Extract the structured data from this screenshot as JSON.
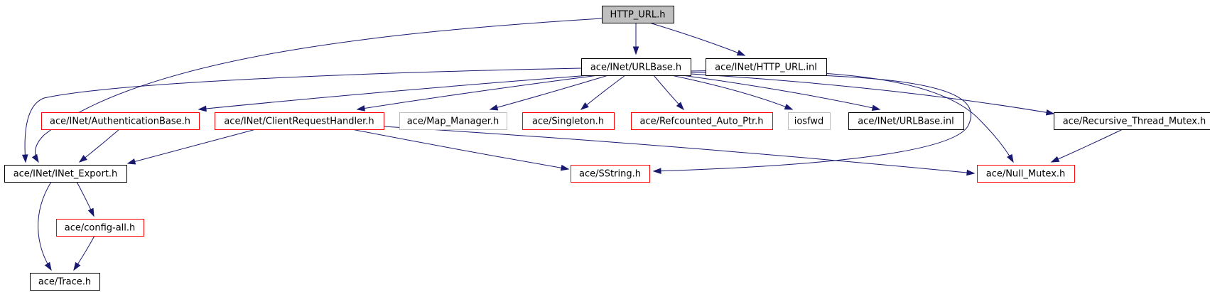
{
  "colors": {
    "edge": "#191970",
    "root_fill": "#bfbfbf",
    "normal_border": "#000000",
    "truncated_border": "#ff0000",
    "external_border": "#bfbfbf",
    "node_fill": "#ffffff"
  },
  "nodes": [
    {
      "id": "http_url_h",
      "label": "HTTP_URL.h",
      "kind": "root"
    },
    {
      "id": "urlbase_h",
      "label": "ace/INet/URLBase.h",
      "kind": "normal"
    },
    {
      "id": "http_url_inl",
      "label": "ace/INet/HTTP_URL.inl",
      "kind": "normal"
    },
    {
      "id": "authbase_h",
      "label": "ace/INet/AuthenticationBase.h",
      "kind": "truncated"
    },
    {
      "id": "clientreq_h",
      "label": "ace/INet/ClientRequestHandler.h",
      "kind": "truncated"
    },
    {
      "id": "map_manager_h",
      "label": "ace/Map_Manager.h",
      "kind": "external"
    },
    {
      "id": "singleton_h",
      "label": "ace/Singleton.h",
      "kind": "truncated"
    },
    {
      "id": "refcounted_h",
      "label": "ace/Refcounted_Auto_Ptr.h",
      "kind": "truncated"
    },
    {
      "id": "iosfwd",
      "label": "iosfwd",
      "kind": "external"
    },
    {
      "id": "urlbase_inl",
      "label": "ace/INet/URLBase.inl",
      "kind": "normal"
    },
    {
      "id": "recursive_mutex_h",
      "label": "ace/Recursive_Thread_Mutex.h",
      "kind": "normal"
    },
    {
      "id": "inet_export_h",
      "label": "ace/INet/INet_Export.h",
      "kind": "normal"
    },
    {
      "id": "sstring_h",
      "label": "ace/SString.h",
      "kind": "truncated"
    },
    {
      "id": "null_mutex_h",
      "label": "ace/Null_Mutex.h",
      "kind": "truncated"
    },
    {
      "id": "config_all_h",
      "label": "ace/config-all.h",
      "kind": "truncated"
    },
    {
      "id": "trace_h",
      "label": "ace/Trace.h",
      "kind": "normal"
    }
  ],
  "edges": [
    {
      "from": "http_url_h",
      "to": "urlbase_h"
    },
    {
      "from": "http_url_h",
      "to": "http_url_inl"
    },
    {
      "from": "http_url_h",
      "to": "inet_export_h"
    },
    {
      "from": "urlbase_h",
      "to": "inet_export_h"
    },
    {
      "from": "urlbase_h",
      "to": "authbase_h"
    },
    {
      "from": "urlbase_h",
      "to": "clientreq_h"
    },
    {
      "from": "urlbase_h",
      "to": "map_manager_h"
    },
    {
      "from": "urlbase_h",
      "to": "singleton_h"
    },
    {
      "from": "urlbase_h",
      "to": "refcounted_h"
    },
    {
      "from": "urlbase_h",
      "to": "iosfwd"
    },
    {
      "from": "urlbase_h",
      "to": "urlbase_inl"
    },
    {
      "from": "urlbase_h",
      "to": "recursive_mutex_h"
    },
    {
      "from": "urlbase_h",
      "to": "sstring_h"
    },
    {
      "from": "urlbase_h",
      "to": "null_mutex_h"
    },
    {
      "from": "authbase_h",
      "to": "inet_export_h"
    },
    {
      "from": "clientreq_h",
      "to": "inet_export_h"
    },
    {
      "from": "clientreq_h",
      "to": "sstring_h"
    },
    {
      "from": "clientreq_h",
      "to": "null_mutex_h"
    },
    {
      "from": "recursive_mutex_h",
      "to": "null_mutex_h"
    },
    {
      "from": "inet_export_h",
      "to": "config_all_h"
    },
    {
      "from": "inet_export_h",
      "to": "trace_h"
    },
    {
      "from": "config_all_h",
      "to": "trace_h"
    }
  ]
}
